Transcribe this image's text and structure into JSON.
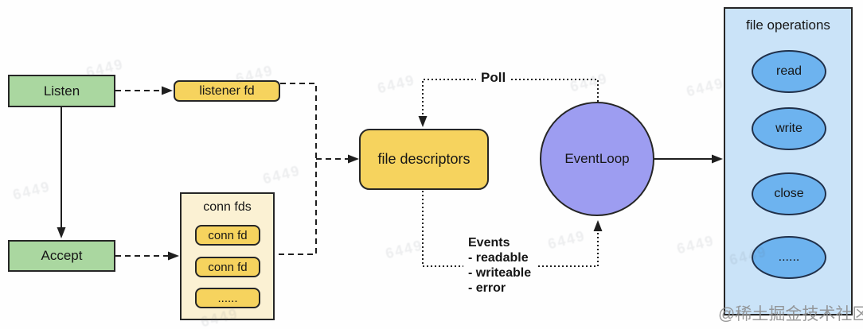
{
  "diagram": {
    "nodes": {
      "listen": "Listen",
      "accept": "Accept",
      "listener_fd": "listener fd",
      "conn_fds": {
        "title": "conn fds",
        "items": [
          "conn fd",
          "conn fd",
          "......"
        ]
      },
      "file_descriptors": "file descriptors",
      "event_loop": "EventLoop",
      "file_operations": {
        "title": "file operations",
        "items": [
          "read",
          "write",
          "close",
          "......"
        ]
      }
    },
    "labels": {
      "poll": "Poll",
      "events_title": "Events",
      "events_items": [
        "- readable",
        "- writeable",
        "- error"
      ]
    },
    "colors": {
      "green": "#aad7a0",
      "yellow": "#f6d35e",
      "cream": "#fbf1d3",
      "purple": "#9d9df1",
      "panel_blue": "#cae3f8",
      "ellipse_blue": "#6db3ef",
      "line": "#1f1f1f"
    },
    "watermark": {
      "community": "@稀土掘金技术社区",
      "faint": "6449"
    }
  }
}
